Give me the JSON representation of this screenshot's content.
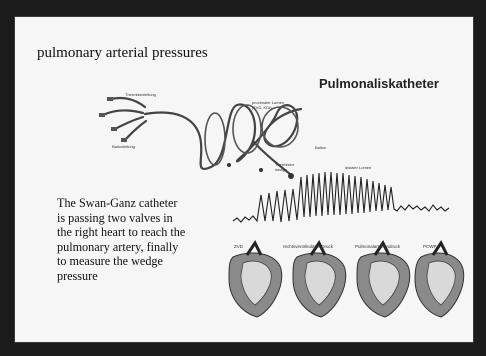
{
  "slide": {
    "title": "pulmonary arterial pressures",
    "brand": "Pulmonaliskatheter",
    "body_lines": [
      "The Swan-Ganz catheter",
      "is passing two valves in",
      "the right heart to reach the",
      "pulmonary artery, finally",
      "to measure the wedge",
      "pressure"
    ]
  },
  "catheter_labels": {
    "thermistor": "Thermistorleitung",
    "balloon_line": "Ballonleitung",
    "proximal": "proximaler Lumen (ZVD, KDI)",
    "balloon": "Ballon",
    "thermistor_tip": "Thermistor wedge",
    "distal": "distaler Lumen"
  },
  "heart_labels": [
    "ZVD",
    "rechtsventrikulärer Druck",
    "Pulmonalarteriendruck",
    "PCWP"
  ],
  "colors": {
    "background": "#1b1b1b",
    "slide": "#f6f6f6",
    "ink": "#111111"
  }
}
